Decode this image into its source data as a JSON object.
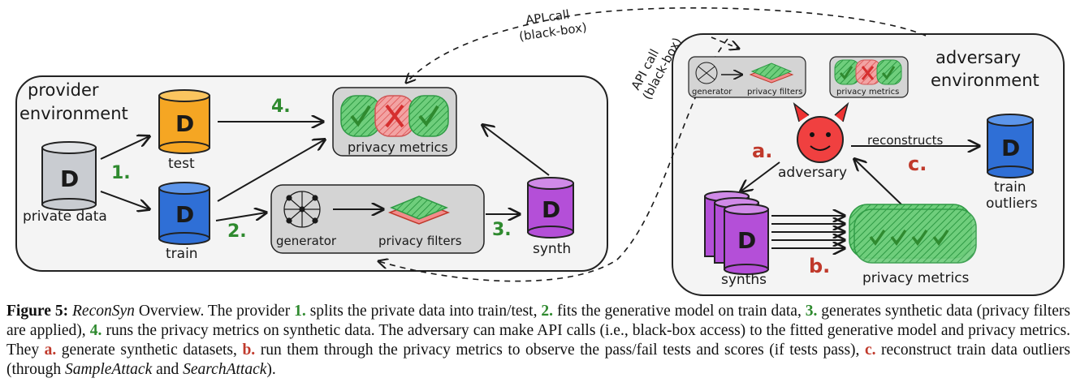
{
  "provider": {
    "title_line1": "provider",
    "title_line2": "environment",
    "private_data_label": "private data",
    "test_label": "test",
    "train_label": "train",
    "generator_label": "generator",
    "privacy_filters_label": "privacy filters",
    "synth_label": "synth",
    "privacy_metrics_label": "privacy metrics",
    "db_letter": "D",
    "steps": {
      "s1": "1.",
      "s2": "2.",
      "s3": "3.",
      "s4": "4."
    }
  },
  "api": {
    "call_label1": "API call",
    "call_label2": "(black-box)"
  },
  "adversary": {
    "title_line1": "adversary",
    "title_line2": "environment",
    "generator_small": "generator",
    "privacy_filters_small": "privacy filters",
    "privacy_metrics_small": "privacy metrics",
    "adversary_label": "adversary",
    "reconstructs_label": "reconstructs",
    "train_outliers_line1": "train",
    "train_outliers_line2": "outliers",
    "synths_label": "synths",
    "privacy_metrics_label": "privacy metrics",
    "steps": {
      "a": "a.",
      "b": "b.",
      "c": "c."
    }
  },
  "colors": {
    "green": "#2f8a2f",
    "red": "#c0392b",
    "orange": "#f5a623",
    "blue": "#2f6fd6",
    "purple": "#b44fd8",
    "gray_db": "#c9ccd1"
  },
  "caption": {
    "figure_label": "Figure 5:",
    "method": "ReconSyn",
    "t1": " Overview. The provider ",
    "s1": "1.",
    "t2": " splits the private data into train/test, ",
    "s2": "2.",
    "t3": " fits the generative model on train data, ",
    "s3": "3.",
    "t4": " generates synthetic data (privacy filters are applied), ",
    "s4": "4.",
    "t5": " runs the privacy metrics on synthetic data. The adversary can make API calls (i.e., black-box access) to the fitted generative model and privacy metrics. They ",
    "sa": "a.",
    "t6": " generate synthetic datasets, ",
    "sb": "b.",
    "t7": " run them through the privacy metrics to observe the pass/fail tests and scores (if tests pass), ",
    "sc": "c.",
    "t8": " reconstruct train data outliers (through ",
    "attack1": "SampleAttack",
    "t9": " and ",
    "attack2": "SearchAttack",
    "t10": ")."
  }
}
